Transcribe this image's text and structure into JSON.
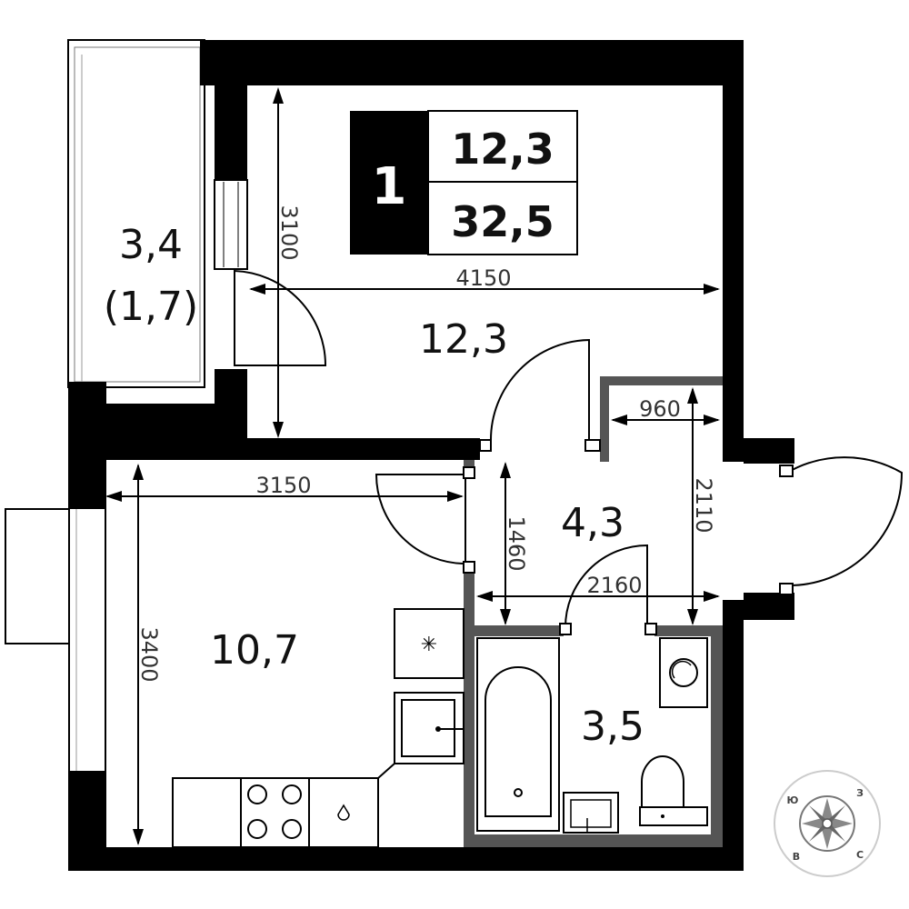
{
  "apartment": {
    "rooms_count": "1",
    "living_area": "12,3",
    "total_area": "32,5"
  },
  "rooms": {
    "balcony": "3,4",
    "balcony_reduced": "(1,7)",
    "bedroom": "12,3",
    "kitchen": "10,7",
    "hall": "4,3",
    "bathroom": "3,5"
  },
  "dimensions": {
    "bedroom_height": "3100",
    "bedroom_width": "4150",
    "closet_width": "960",
    "hall_height": "2110",
    "kitchen_width": "3150",
    "hall_depth": "1460",
    "bath_width": "2160",
    "kitchen_height": "3400"
  },
  "compass": {
    "n_label": "Ю",
    "e_label": "З",
    "s_label": "С",
    "w_label": "В"
  },
  "fixtures": {
    "fridge_symbol": "✳"
  }
}
